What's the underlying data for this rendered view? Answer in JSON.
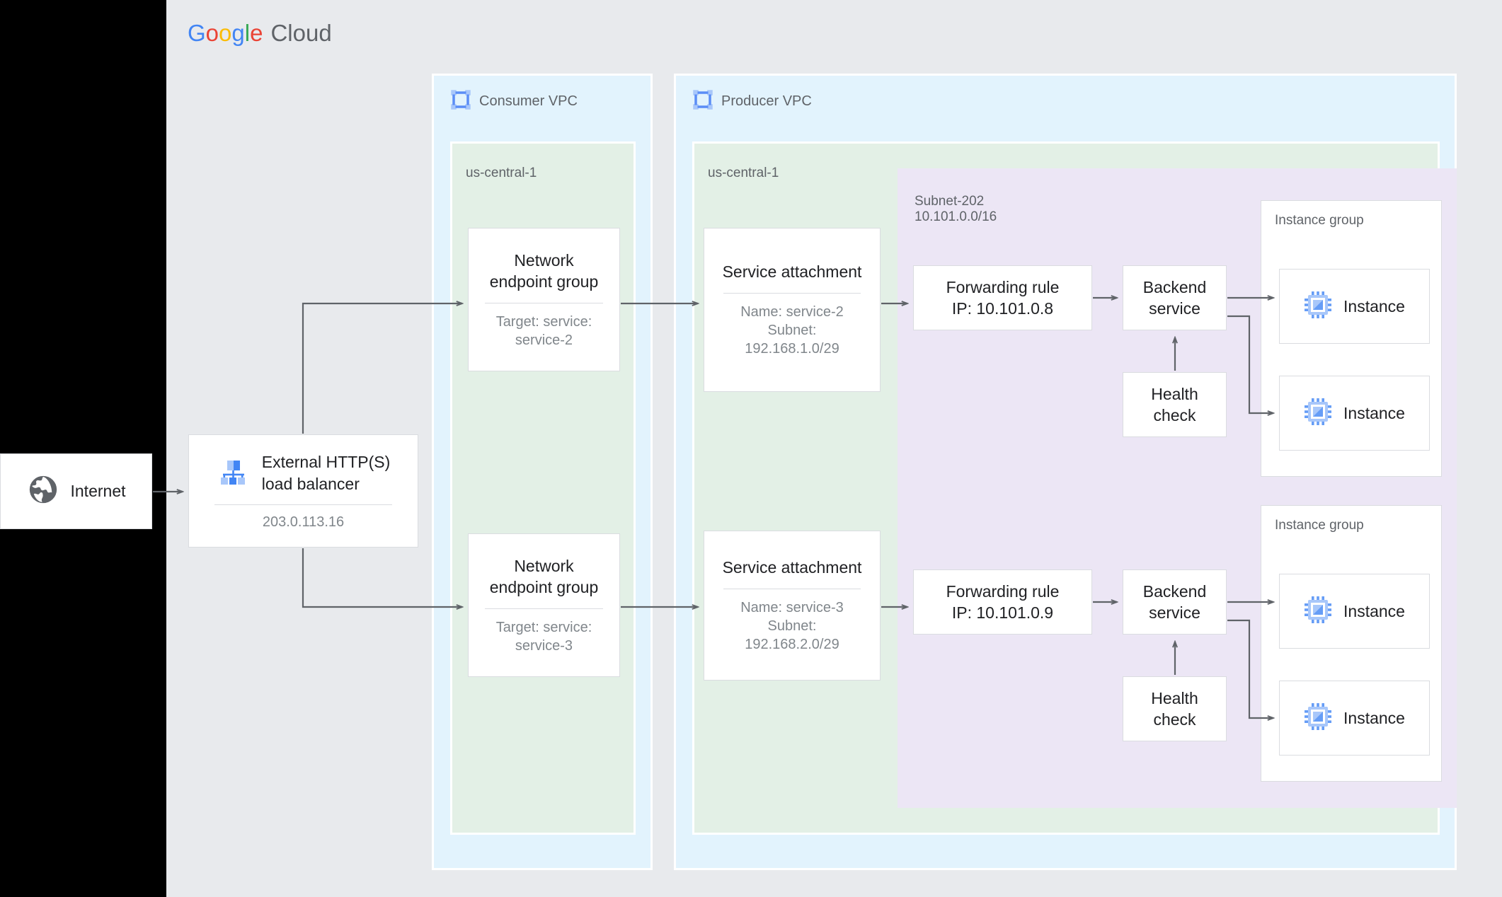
{
  "logo": {
    "word_google": [
      "G",
      "o",
      "o",
      "g",
      "l",
      "e"
    ],
    "word_cloud": "Cloud"
  },
  "colors": {
    "canvas_bg": "#e8eaed",
    "vpc_bg": "#e2f3fd",
    "region_bg": "#e3f0e6",
    "subnet_bg": "#ece6f5",
    "card_bg": "#ffffff",
    "card_border": "#dadce0",
    "connector": "#5f6368",
    "text_primary": "#202124",
    "text_secondary": "#5f6368",
    "text_muted": "#80868b",
    "icon_blue": "#669df6",
    "icon_blue_light": "#a8c7fa",
    "globe_gray": "#5f6368"
  },
  "internet": {
    "label": "Internet",
    "icon": "globe-icon"
  },
  "load_balancer": {
    "title": "External HTTP(S)\nload balancer",
    "ip": "203.0.113.16",
    "icon": "load-balancer-icon"
  },
  "consumer_vpc": {
    "label": "Consumer VPC",
    "icon": "vpc-icon",
    "region": "us-central-1",
    "negs": [
      {
        "title": "Network\nendpoint group",
        "sub": "Target: service:\nservice-2"
      },
      {
        "title": "Network\nendpoint group",
        "sub": "Target: service:\nservice-3"
      }
    ]
  },
  "producer_vpc": {
    "label": "Producer VPC",
    "icon": "vpc-icon",
    "region": "us-central-1",
    "subnet": {
      "name": "Subnet-202",
      "cidr": "10.101.0.0/16"
    },
    "service_attachments": [
      {
        "title": "Service attachment",
        "sub": "Name: service-2\nSubnet:\n192.168.1.0/29"
      },
      {
        "title": "Service attachment",
        "sub": "Name: service-3\nSubnet:\n192.168.2.0/29"
      }
    ],
    "pipelines": [
      {
        "forwarding_rule": "Forwarding rule\nIP: 10.101.0.8",
        "backend_service": "Backend\nservice",
        "health_check": "Health\ncheck",
        "instance_group": {
          "title": "Instance group",
          "instances": [
            {
              "label": "Instance",
              "icon": "instance-chip-icon"
            },
            {
              "label": "Instance",
              "icon": "instance-chip-icon"
            }
          ]
        }
      },
      {
        "forwarding_rule": "Forwarding rule\nIP: 10.101.0.9",
        "backend_service": "Backend\nservice",
        "health_check": "Health\ncheck",
        "instance_group": {
          "title": "Instance group",
          "instances": [
            {
              "label": "Instance",
              "icon": "instance-chip-icon"
            },
            {
              "label": "Instance",
              "icon": "instance-chip-icon"
            }
          ]
        }
      }
    ]
  }
}
